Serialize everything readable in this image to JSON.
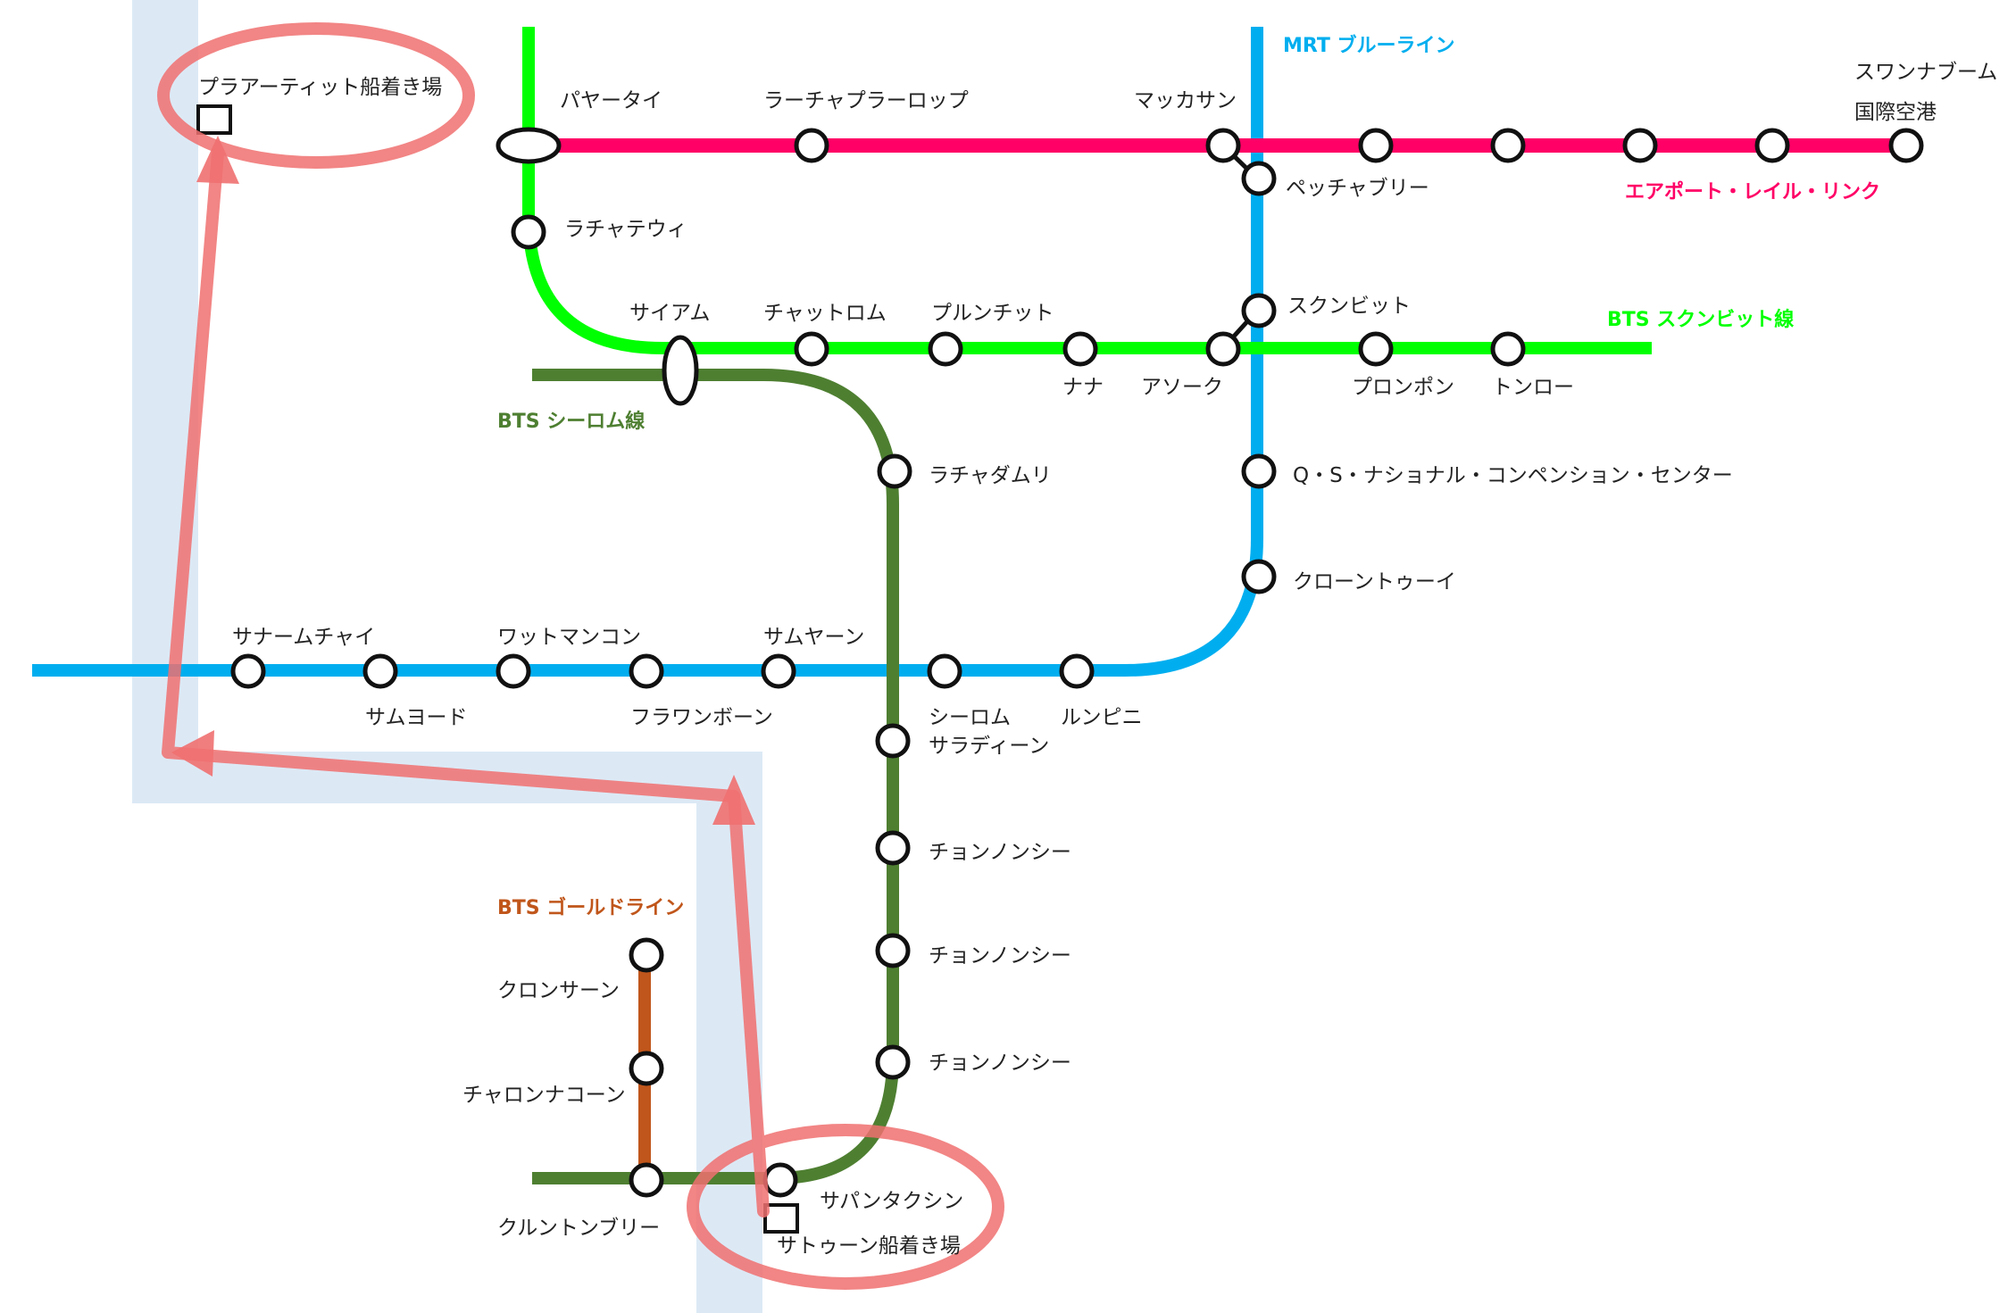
{
  "colors": {
    "mrt_blue": "#00AEEF",
    "airport_link": "#FF0066",
    "sukhumvit": "#00FF00",
    "silom": "#4E7F31",
    "gold": "#C0561B",
    "river": "#DCE9F5",
    "route_highlight": "#F07070"
  },
  "lines": {
    "mrt_blue": "MRT ブルーライン",
    "airport_link": "エアポート・レイル・リンク",
    "sukhumvit": "BTS スクンビット線",
    "silom": "BTS シーロム線",
    "gold": "BTS ゴールドライン"
  },
  "stations": {
    "phaya_thai": "パヤータイ",
    "ratchaprarop": "ラーチャプラーロップ",
    "makkasan": "マッカサン",
    "suvarnabhumi_1": "スワンナブーム",
    "suvarnabhumi_2": "国際空港",
    "phetchaburi": "ペッチャブリー",
    "ratchathewi": "ラチャテウィ",
    "siam": "サイアム",
    "chit_lom": "チャットロム",
    "ploenchit": "プルンチット",
    "nana": "ナナ",
    "asok": "アソーク",
    "sukhumvit": "スクンビット",
    "phrom_phong": "プロンポン",
    "thong_lo": "トンロー",
    "ratchadamri": "ラチャダムリ",
    "qsncc": "Q・S・ナショナル・コンペンション・センター",
    "khlong_toei": "クローントゥーイ",
    "sanam_chai": "サナームチャイ",
    "sam_yot": "サムヨード",
    "wat_mangkon": "ワットマンコン",
    "hua_lamphong": "フラワンボーン",
    "sam_yan": "サムヤーン",
    "silom_1": "シーロム",
    "silom_2": "サラディーン",
    "lumphini": "ルンピニ",
    "chong_nonsi_a": "チョンノンシー",
    "chong_nonsi_b": "チョンノンシー",
    "chong_nonsi_c": "チョンノンシー",
    "krung_thon_buri": "クルントンブリー",
    "saphan_taksin": "サパンタクシン",
    "charoen_nakhon": "チャロンナコーン",
    "khlong_san": "クロンサーン"
  },
  "piers": {
    "phra_athit": "プラアーティット船着き場",
    "sathorn": "サトゥーン船着き場"
  }
}
